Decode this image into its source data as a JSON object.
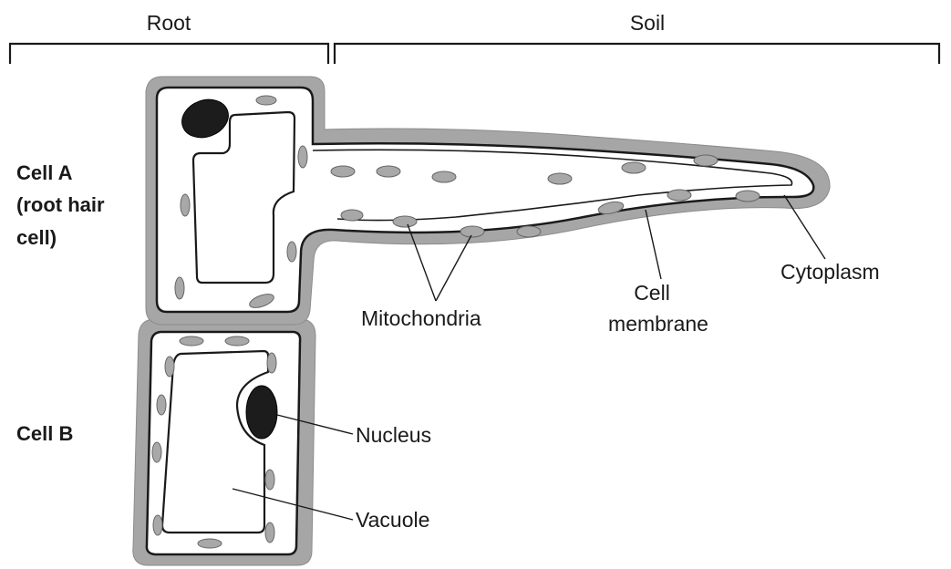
{
  "regions": {
    "root": "Root",
    "soil": "Soil"
  },
  "cells": {
    "cell_a": [
      "Cell A",
      "(root hair",
      "cell)"
    ],
    "cell_b": "Cell B"
  },
  "labels": {
    "cytoplasm": "Cytoplasm",
    "cell_membrane": [
      "Cell",
      "membrane"
    ],
    "mitochondria": "Mitochondria",
    "nucleus": "Nucleus",
    "vacuole": "Vacuole"
  }
}
